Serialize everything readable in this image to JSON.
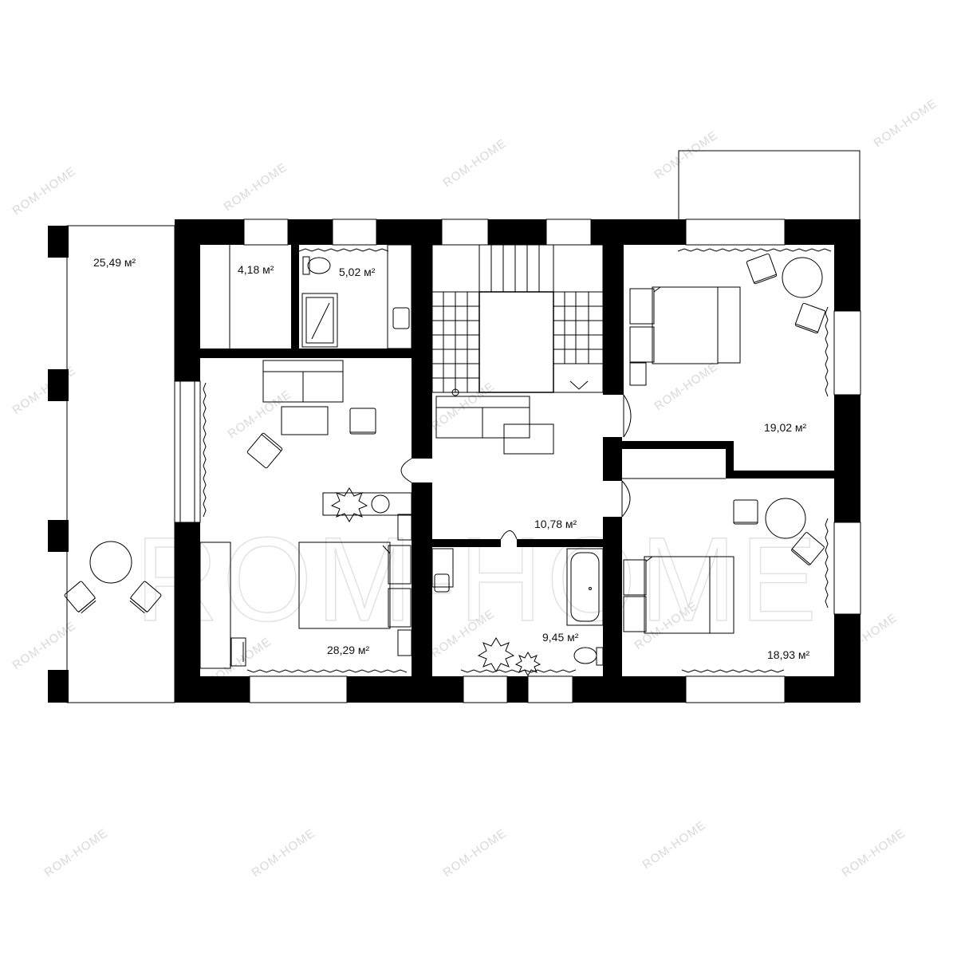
{
  "plan": {
    "watermark_brand": "ROM-HOME",
    "rooms": [
      {
        "id": "terrace",
        "area": "25,49 м²"
      },
      {
        "id": "storage",
        "area": "4,18 м²"
      },
      {
        "id": "bathroom-1",
        "area": "5,02 м²"
      },
      {
        "id": "bedroom-2",
        "area": "19,02 м²"
      },
      {
        "id": "hall",
        "area": "10,78 м²"
      },
      {
        "id": "master-bedroom",
        "area": "28,29 м²"
      },
      {
        "id": "bathroom-2",
        "area": "9,45 м²"
      },
      {
        "id": "bedroom-3",
        "area": "18,93 м²"
      }
    ]
  }
}
